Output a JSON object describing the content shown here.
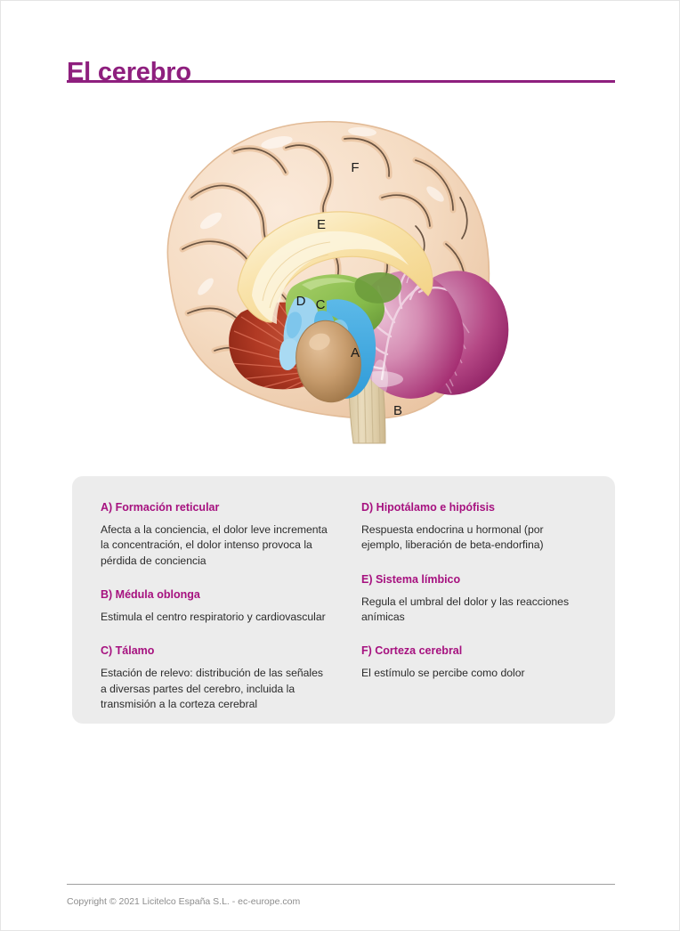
{
  "header": {
    "title": "El cerebro",
    "rule_color": "#8e1f7e"
  },
  "illustration": {
    "name": "brain-sagittal-section-diagram",
    "labels": [
      {
        "key": "A",
        "text": "A",
        "region": "reticular-formation-pons"
      },
      {
        "key": "B",
        "text": "B",
        "region": "medulla-oblongata-brainstem"
      },
      {
        "key": "C",
        "text": "C",
        "region": "thalamus"
      },
      {
        "key": "D",
        "text": "D",
        "region": "hypothalamus-pituitary"
      },
      {
        "key": "E",
        "text": "E",
        "region": "limbic-system-corpus-callosum"
      },
      {
        "key": "F",
        "text": "F",
        "region": "cerebral-cortex"
      }
    ],
    "colors": {
      "cortex": "#f4d9bd",
      "cortex_shadow": "#e9bf9c",
      "sulci_line": "#4a3a2e",
      "corpus_callosum": "#f7dd9e",
      "corpus_callosum_light": "#fdf3d8",
      "thalamus": "#8dc053",
      "thalamus_dark": "#5b8a33",
      "hypothalamus": "#3ba7e0",
      "hypothalamus_light": "#a5d6f2",
      "pons": "#c49a6c",
      "reticular": "#b33a26",
      "cerebellum": "#b1387a",
      "cerebellum_light": "#e3b3cc",
      "brainstem": "#e2d3b0"
    }
  },
  "legend": {
    "background": "#ececec",
    "term_color": "#a6117f",
    "columns": [
      {
        "entries": [
          {
            "term": "A) Formación reticular",
            "description": "Afecta a la conciencia, el dolor leve incrementa la concentración, el dolor intenso provoca la pérdida de conciencia"
          },
          {
            "term": "B) Médula oblonga",
            "description": "Estimula el centro respiratorio y cardiovascular"
          },
          {
            "term": "C) Tálamo",
            "description": "Estación de relevo: distribución de las señales a diversas partes del cerebro, incluida la transmisión a la corteza cerebral"
          }
        ]
      },
      {
        "entries": [
          {
            "term": "D) Hipotálamo e hipófisis",
            "description": "Respuesta endocrina u hormonal (por ejemplo, liberación de beta-endorfina)"
          },
          {
            "term": "E) Sistema límbico",
            "description": "Regula el umbral del dolor y las reacciones anímicas"
          },
          {
            "term": "F) Corteza cerebral",
            "description": "El estímulo se percibe como dolor"
          }
        ]
      }
    ]
  },
  "footer": {
    "copyright": "Copyright © 2021 Licitelco España S.L. - ec-europe.com"
  }
}
